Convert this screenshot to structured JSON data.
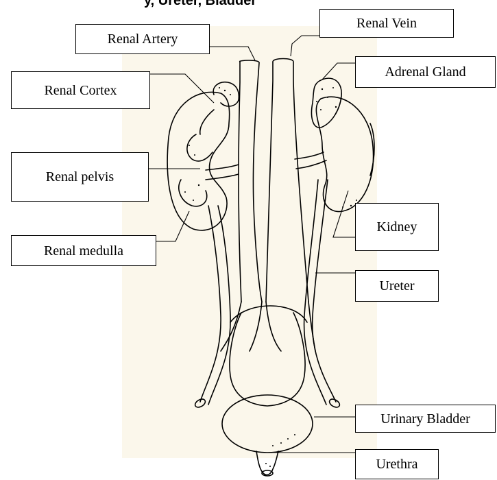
{
  "header": {
    "clipped_text": "y, Ureter, Bladder"
  },
  "labels": {
    "renal_artery": "Renal Artery",
    "renal_vein": "Renal Vein",
    "adrenal_gland": "Adrenal Gland",
    "renal_cortex": "Renal Cortex",
    "renal_pelvis": "Renal pelvis",
    "kidney": "Kidney",
    "renal_medulla": "Renal medulla",
    "ureter": "Ureter",
    "urinary_bladder": "Urinary Bladder",
    "urethra": "Urethra"
  },
  "colors": {
    "line": "#000000",
    "paper": "#fbf7eb",
    "background": "#ffffff"
  }
}
